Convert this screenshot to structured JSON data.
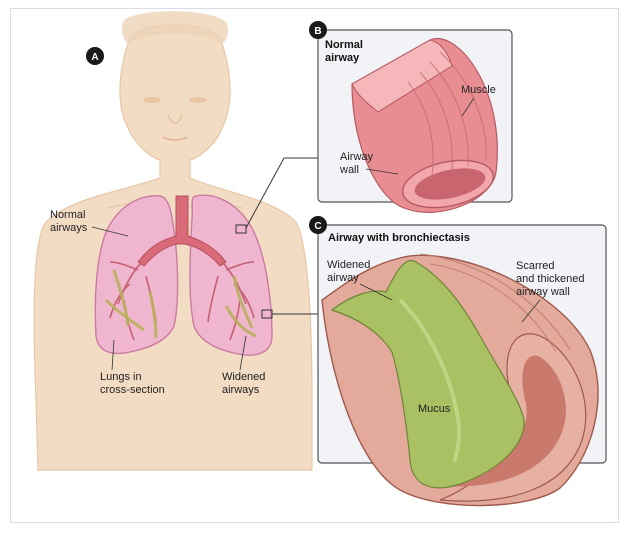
{
  "badges": {
    "a": "A",
    "b": "B",
    "c": "C"
  },
  "panel_b": {
    "title_line1": "Normal",
    "title_line2": "airway",
    "muscle": "Muscle",
    "wall_line1": "Airway",
    "wall_line2": "wall"
  },
  "panel_c": {
    "title": "Airway with bronchiectasis",
    "widened_line1": "Widened",
    "widened_line2": "airway",
    "scarred_line1": "Scarred",
    "scarred_line2": "and thickened",
    "scarred_line3": "airway wall",
    "mucus": "Mucus"
  },
  "figure_a": {
    "normal_line1": "Normal",
    "normal_line2": "airways",
    "lungs_line1": "Lungs in",
    "lungs_line2": "cross-section",
    "widened_line1": "Widened",
    "widened_line2": "airways"
  },
  "colors": {
    "skin": "#f3dcc4",
    "lung": "#f0b6cf",
    "airway_pink": "#d96b78",
    "mucus_green": "#a9c162",
    "panel_bg": "#f1f3f7"
  }
}
